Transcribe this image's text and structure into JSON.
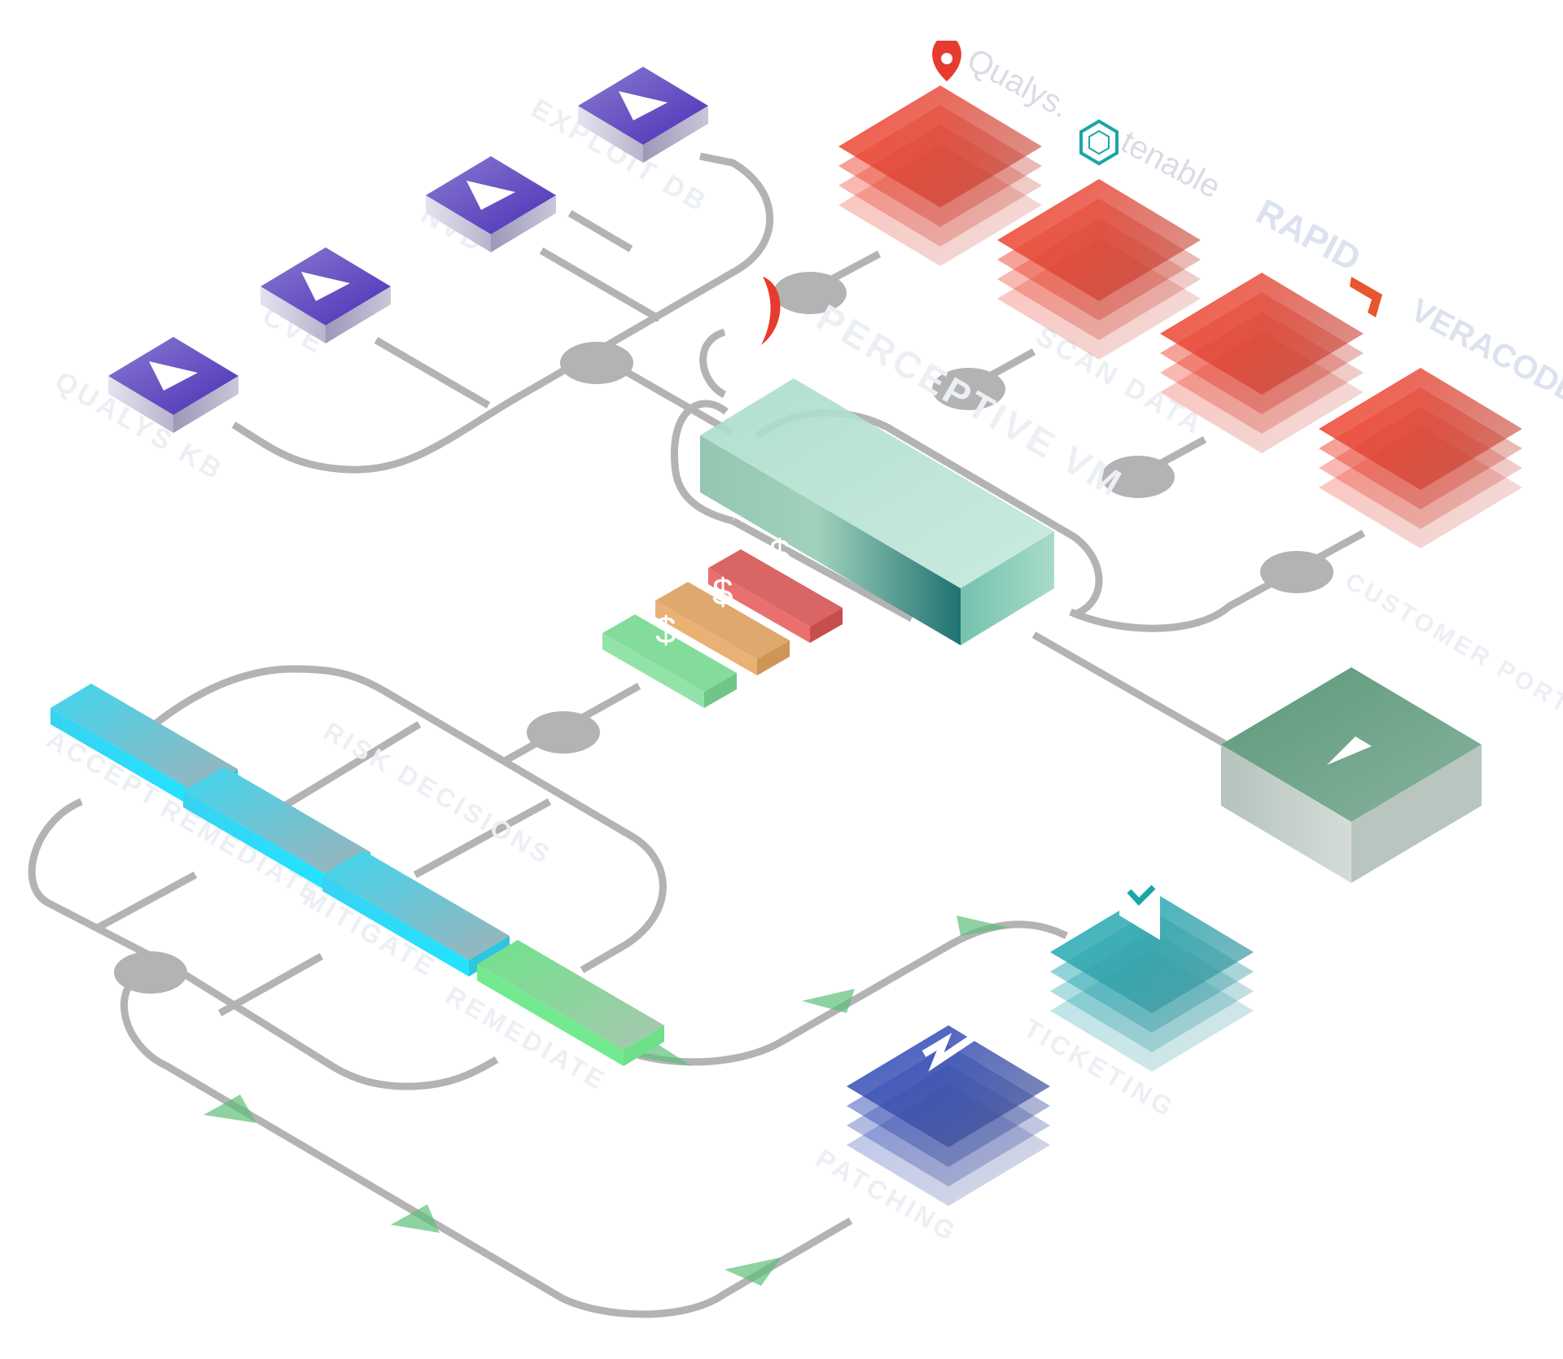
{
  "vendors": {
    "qualys": "Qualys.",
    "tenable": "tenable",
    "rapid7": "RAPID",
    "veracode": "VERACODE"
  },
  "labels": {
    "brand": "PERCEPTIVE VM",
    "exploit_db": "EXPLOIT DB",
    "nvd": "NVD",
    "cve": "CVE",
    "qualys_kb": "QUALYS KB",
    "scan_data": "SCAN DATA",
    "customer_portfolio": "CUSTOMER PORTFOLIO VALIDATIONS",
    "accept": "ACCEPT",
    "remediate_1": "REMEDIATE",
    "mitigate": "MITIGATE",
    "risk_decisions": "RISK DECISIONS",
    "remediate_2": "REMEDIATE",
    "ticketing": "TICKETING",
    "patching": "PATCHING"
  },
  "icons": {
    "currency": "$",
    "play": "play-icon",
    "check": "check-icon",
    "lightning": "lightning-icon"
  },
  "colors": {
    "intel_feed": "#6a4fc0",
    "scanner_stack": "#ff5a45",
    "core": "#7cc8b0",
    "portfolio": "#6fa588",
    "action": "#4fd6ec",
    "accept": "#7fe69a",
    "ticketing": "#2fb8c0",
    "patching": "#3d5fd0",
    "connector": "#b3b3b3",
    "arrow": "#5fbf7a"
  }
}
